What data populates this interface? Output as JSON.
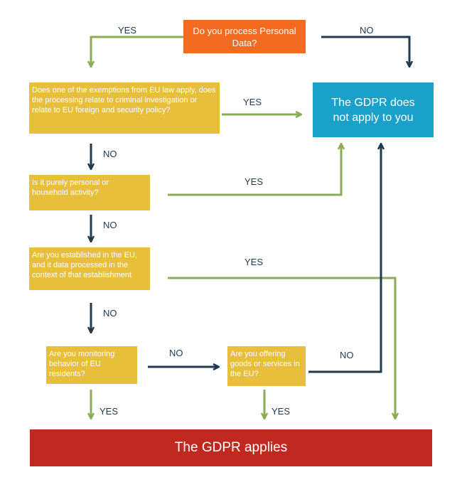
{
  "start": {
    "text": "Do you process Personal Data?"
  },
  "result_no": {
    "text": "The GDPR does not apply to you"
  },
  "result_yes": {
    "text": "The GDPR applies"
  },
  "questions": {
    "exemptions": "Does one of the exemptions from EU law apply, does the processing relate to criminal investigation or relate to EU foreign and security policy?",
    "personal": "Is it purely personal or household activity?",
    "established": "Are you established in the EU, and it data processed in the context of that establishment",
    "monitoring": "Are you monitoring behavior of EU residents?",
    "offering": "Are you offering goods or services in the EU?"
  },
  "labels": {
    "yes": "YES",
    "no": "NO"
  },
  "colors": {
    "start": "#f26b21",
    "question": "#e8bf3a",
    "not_apply": "#1aa1c9",
    "applies": "#c0291f",
    "yes_arrow": "#8aac56",
    "no_arrow": "#1e3950"
  }
}
